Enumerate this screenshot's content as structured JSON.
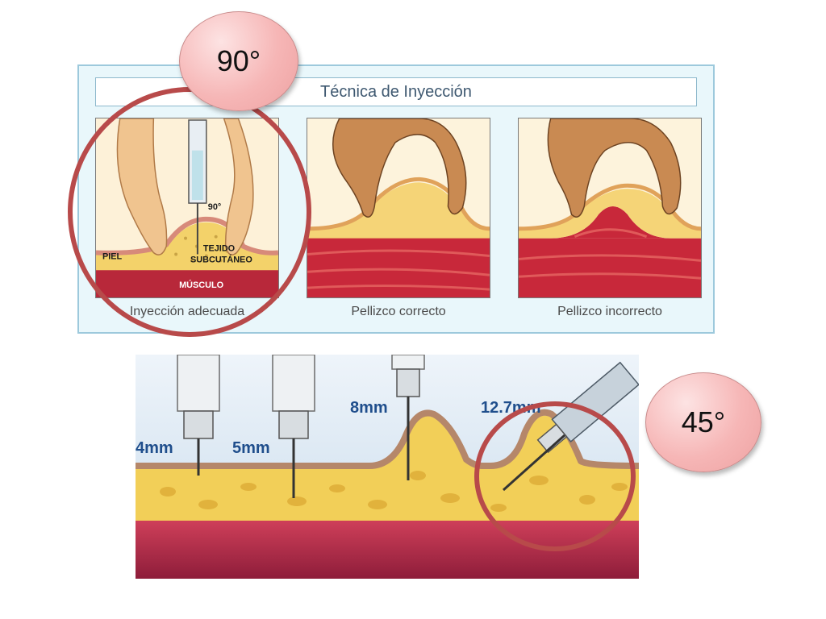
{
  "top_diagram": {
    "title": "Técnica de Inyección",
    "panels": [
      {
        "caption": "Inyección adecuada",
        "labels": {
          "angle": "90°",
          "skin": "PIEL",
          "tissue_line1": "TEJIDO",
          "tissue_line2": "SUBCUTÁNEO",
          "muscle": "MÚSCULO"
        }
      },
      {
        "caption": "Pellizco correcto"
      },
      {
        "caption": "Pellizco incorrecto"
      }
    ]
  },
  "bottom_diagram": {
    "needles": [
      "4mm",
      "5mm",
      "8mm",
      "12.7mm"
    ]
  },
  "callouts": {
    "top_angle": "90°",
    "bottom_angle": "45°"
  },
  "colors": {
    "highlight_ring": "#b84a4a",
    "bubble_fill": "#f6b6b6",
    "fat": "#f2d36b",
    "muscle": "#c0283a"
  }
}
